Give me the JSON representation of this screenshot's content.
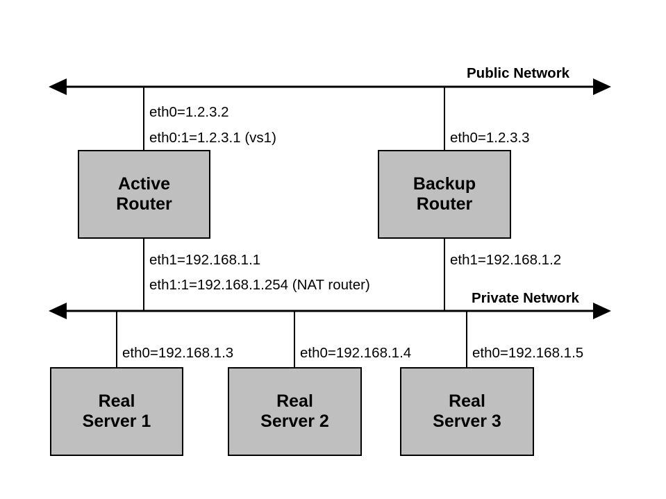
{
  "diagram": {
    "title": "LVS NAT router high-availability network topology",
    "colors": {
      "node_fill": "#bfbfbf",
      "stroke": "#000000",
      "background": "#ffffff"
    },
    "networks": [
      {
        "id": "public-network",
        "label": "Public Network",
        "bold": true
      },
      {
        "id": "private-network",
        "label": "Private Network",
        "bold": true
      }
    ],
    "nodes": [
      {
        "id": "active-router",
        "line1": "Active",
        "line2": "Router"
      },
      {
        "id": "backup-router",
        "line1": "Backup",
        "line2": "Router"
      },
      {
        "id": "real-server-1",
        "line1": "Real",
        "line2": "Server 1"
      },
      {
        "id": "real-server-2",
        "line1": "Real",
        "line2": "Server 2"
      },
      {
        "id": "real-server-3",
        "line1": "Real",
        "line2": "Server 3"
      }
    ],
    "interface_labels": {
      "active_public_eth0": "eth0=1.2.3.2",
      "active_public_eth0_alias": "eth0:1=1.2.3.1 (vs1)",
      "backup_public_eth0": "eth0=1.2.3.3",
      "active_private_eth1": "eth1=192.168.1.1",
      "active_private_eth1_alias": "eth1:1=192.168.1.254 (NAT router)",
      "backup_private_eth1": "eth1=192.168.1.2",
      "server1_eth0": "eth0=192.168.1.3",
      "server2_eth0": "eth0=192.168.1.4",
      "server3_eth0": "eth0=192.168.1.5"
    }
  }
}
